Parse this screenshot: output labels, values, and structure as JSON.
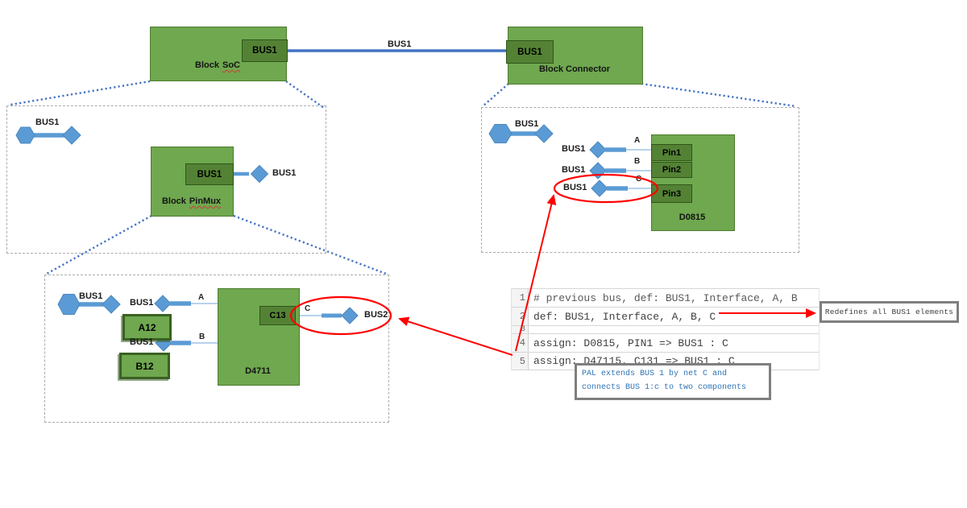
{
  "diagram": {
    "soc": {
      "label_prefix": "Block",
      "label_name": "SoC",
      "port": "BUS1"
    },
    "top_bus_label": "BUS1",
    "connector": {
      "label": "Block Connector",
      "port": "BUS1"
    },
    "pinmux": {
      "symbol_label": "BUS1",
      "label_prefix": "Block",
      "label_name": "PinMux",
      "port": "BUS1",
      "ext_label": "BUS1"
    },
    "connector_detail": {
      "symbol_label": "BUS1",
      "rows": [
        {
          "bus": "BUS1",
          "net": "A"
        },
        {
          "bus": "BUS1",
          "net": "B"
        },
        {
          "bus": "BUS1",
          "net": "C"
        }
      ],
      "pins": [
        "Pin1",
        "Pin2",
        "Pin3"
      ],
      "device": "D0815"
    },
    "pal_detail": {
      "symbol_label": "BUS1",
      "rows": [
        {
          "bus": "BUS1",
          "net": "A",
          "chip": "A12"
        },
        {
          "bus": "BUS1",
          "net": "B",
          "chip": "B12"
        }
      ],
      "device": "D4711",
      "port": "C13",
      "out_net": "C",
      "out_bus": "BUS2"
    }
  },
  "code": {
    "lines": [
      {
        "no": "1",
        "text": "# previous bus, def: BUS1, Interface, A, B"
      },
      {
        "no": "2",
        "text": "def: BUS1, Interface, A, B, C"
      },
      {
        "no": "3",
        "text": ""
      },
      {
        "no": "4",
        "text": "assign: D0815, PIN1 => BUS1 : C"
      },
      {
        "no": "5",
        "text": "assign: D47115, C131 => BUS1 : C"
      }
    ]
  },
  "callouts": {
    "redefines": "Redefines all BUS1 elements",
    "note_line1": "PAL extends BUS 1 by net C and",
    "note_line2": "connects BUS 1:c to two components"
  },
  "colors": {
    "block_green": "#6fa84f",
    "port_green": "#548235",
    "accent_blue": "#5b9bd5",
    "bus_blue": "#4472c4",
    "red": "#ff0000"
  }
}
